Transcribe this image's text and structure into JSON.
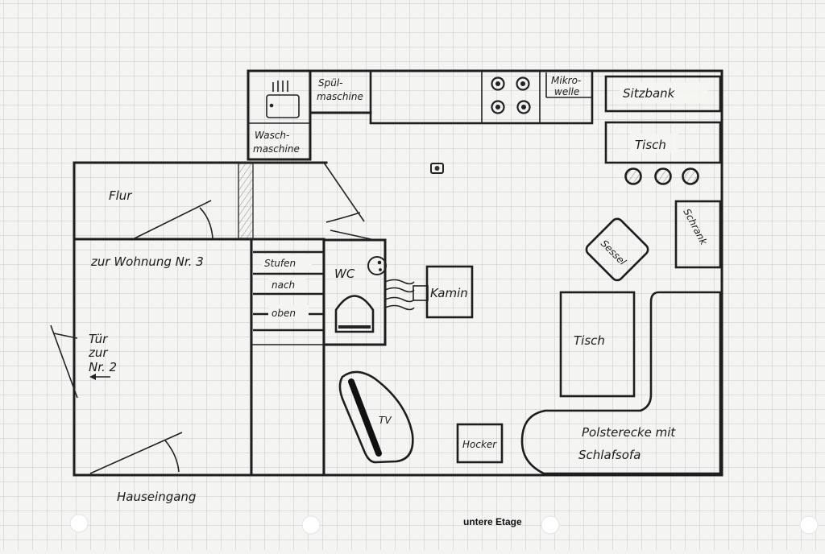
{
  "colors": {
    "paper": "#f4f4f2",
    "grid": "#c9c9c9",
    "ink": "#1e1e1e",
    "shading": "#d6d6d6"
  },
  "plan": {
    "rooms": {
      "flur": "Flur",
      "wc": "WC"
    },
    "appliances": {
      "spuelmaschine": [
        "Spül-",
        "maschine"
      ],
      "waschmaschine": [
        "Wasch-",
        "maschine"
      ],
      "mikrowelle": [
        "Mikro-",
        "welle"
      ]
    },
    "furniture": {
      "sitzbank": "Sitzbank",
      "tisch_kitchen": "Tisch",
      "schrank": "Schrank",
      "sessel": "Sessel",
      "kamin": "Kamin",
      "tisch_living": "Tisch",
      "tv": "TV",
      "hocker": "Hocker",
      "polsterecke": [
        "Polsterecke mit",
        "Schlafsofa"
      ]
    },
    "stairs": [
      "Stufen",
      "nach",
      "oben"
    ],
    "labels": {
      "zur_wohnung": "zur Wohnung Nr. 3",
      "tuer": [
        "Tür",
        "zur",
        "Nr. 2"
      ],
      "hauseingang": "Hauseingang"
    }
  },
  "caption": "untere Etage"
}
